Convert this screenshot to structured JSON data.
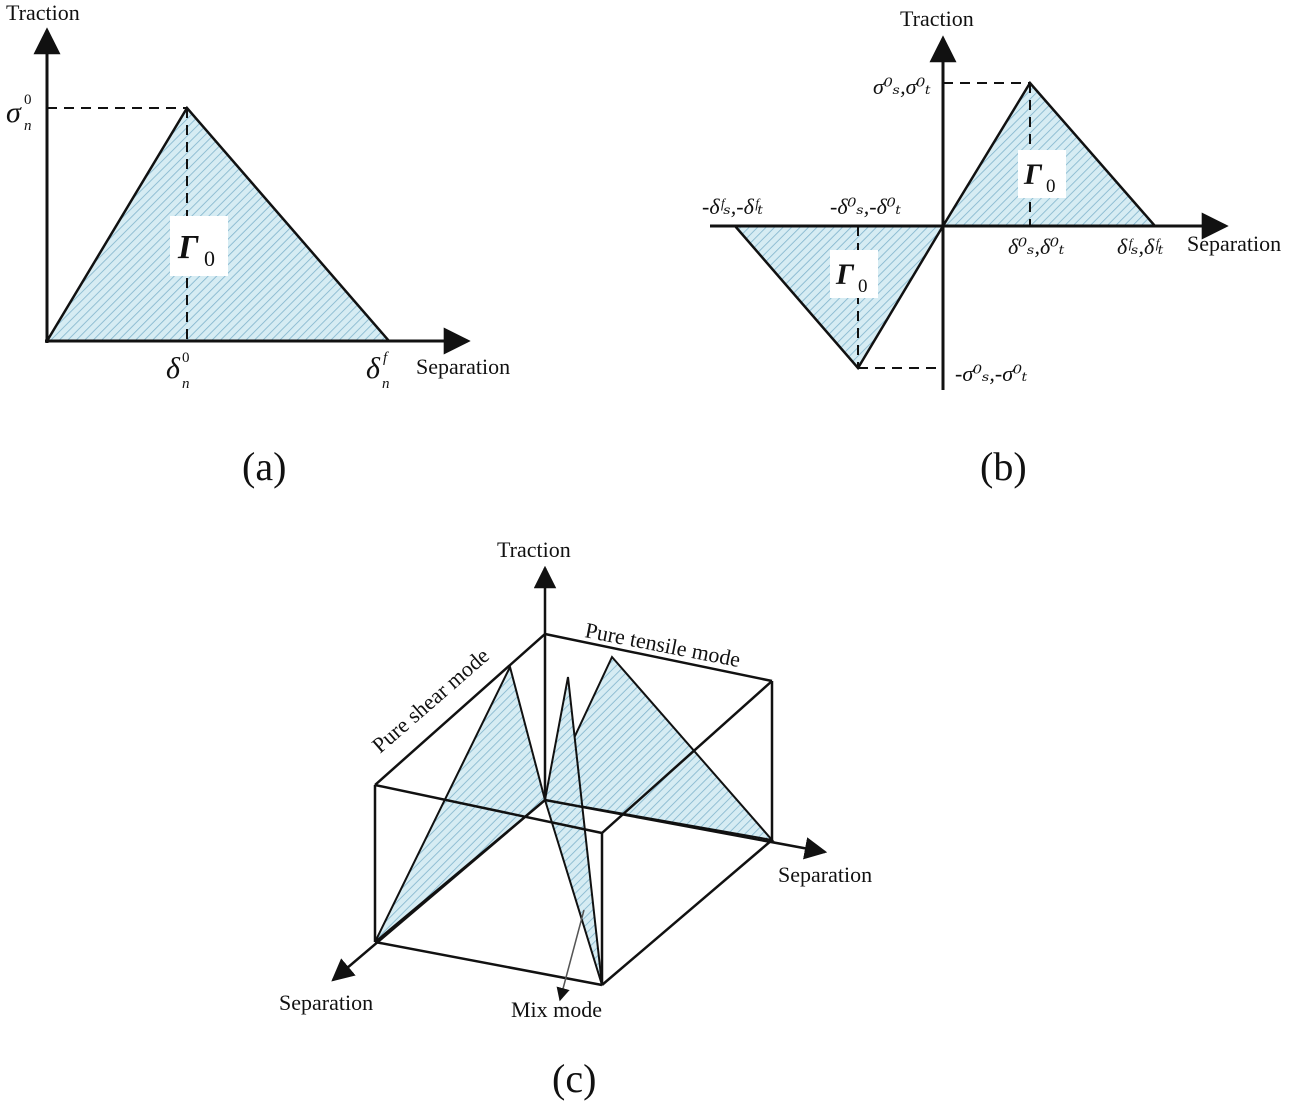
{
  "panels": {
    "a": {
      "caption": "(a)",
      "y_axis": "Traction",
      "x_axis": "Separation",
      "peak_sym": "σ",
      "peak_sub": "n",
      "peak_sup": "0",
      "d0_sym": "δ",
      "d0_sub": "n",
      "d0_sup": "0",
      "df_sym": "δ",
      "df_sub": "n",
      "df_sup": "f",
      "area_sym": "Γ",
      "area_sub": "0"
    },
    "b": {
      "caption": "(b)",
      "y_axis": "Traction",
      "x_axis": "Separation",
      "pos_peak": "σ⁰ₛ,σ⁰ₜ",
      "neg_peak": "-σ⁰ₛ,-σ⁰ₜ",
      "pos_d0": "δ⁰ₛ,δ⁰ₜ",
      "pos_df": "δᶠₛ,δᶠₜ",
      "neg_d0": "-δ⁰ₛ,-δ⁰ₜ",
      "neg_df": "-δᶠₛ,-δᶠₜ",
      "area_sym": "Γ",
      "area_sub": "0"
    },
    "c": {
      "caption": "(c)",
      "traction_axis": "Traction",
      "separation_right": "Separation",
      "separation_left": "Separation",
      "shear_label": "Pure shear mode",
      "tensile_label": "Pure tensile mode",
      "mix_label": "Mix mode"
    }
  },
  "colors": {
    "fill": "#d6ecf3",
    "hatch": "#7fb3cc",
    "line": "#111111"
  }
}
